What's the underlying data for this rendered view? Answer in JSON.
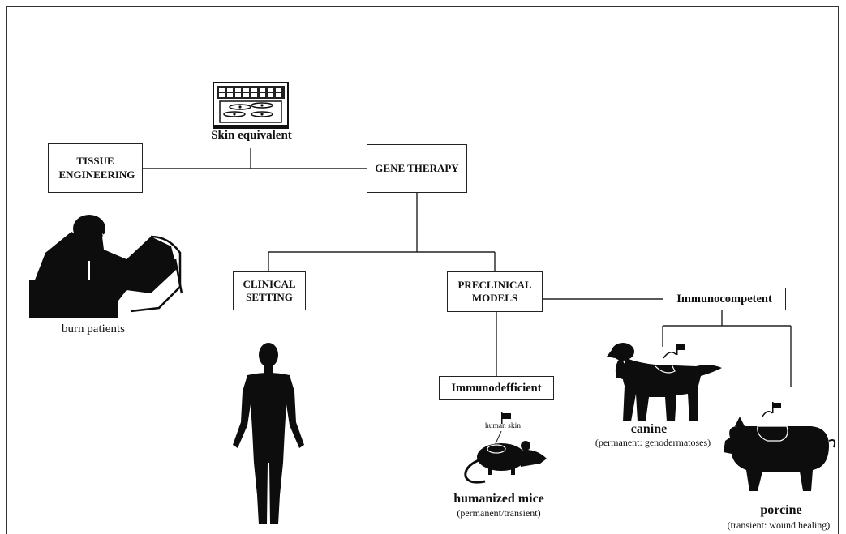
{
  "nodes": {
    "skin_equivalent": "Skin equivalent",
    "tissue_engineering": "TISSUE ENGINEERING",
    "gene_therapy": "GENE THERAPY",
    "clinical_setting": "CLINICAL SETTING",
    "preclinical_models": "PRECLINICAL MODELS",
    "immunocompetent": "Immunocompetent",
    "immunodefficient": "Immunodefficient"
  },
  "labels": {
    "burn_patients": "burn patients",
    "human_skin": "human skin",
    "humanized_mice": "humanized mice",
    "humanized_mice_note": "(permanent/transient)",
    "canine": "canine",
    "canine_note": "(permanent: genodermatoses)",
    "porcine": "porcine",
    "porcine_note": "(transient: wound healing)"
  },
  "colors": {
    "line": "#222222",
    "silhouette": "#0d0d0d"
  },
  "icons": [
    "culture-plate-icon",
    "surgeon-icon",
    "human-silhouette-icon",
    "mouse-silhouette-icon",
    "dog-silhouette-icon",
    "pig-silhouette-icon",
    "flag-icon"
  ]
}
